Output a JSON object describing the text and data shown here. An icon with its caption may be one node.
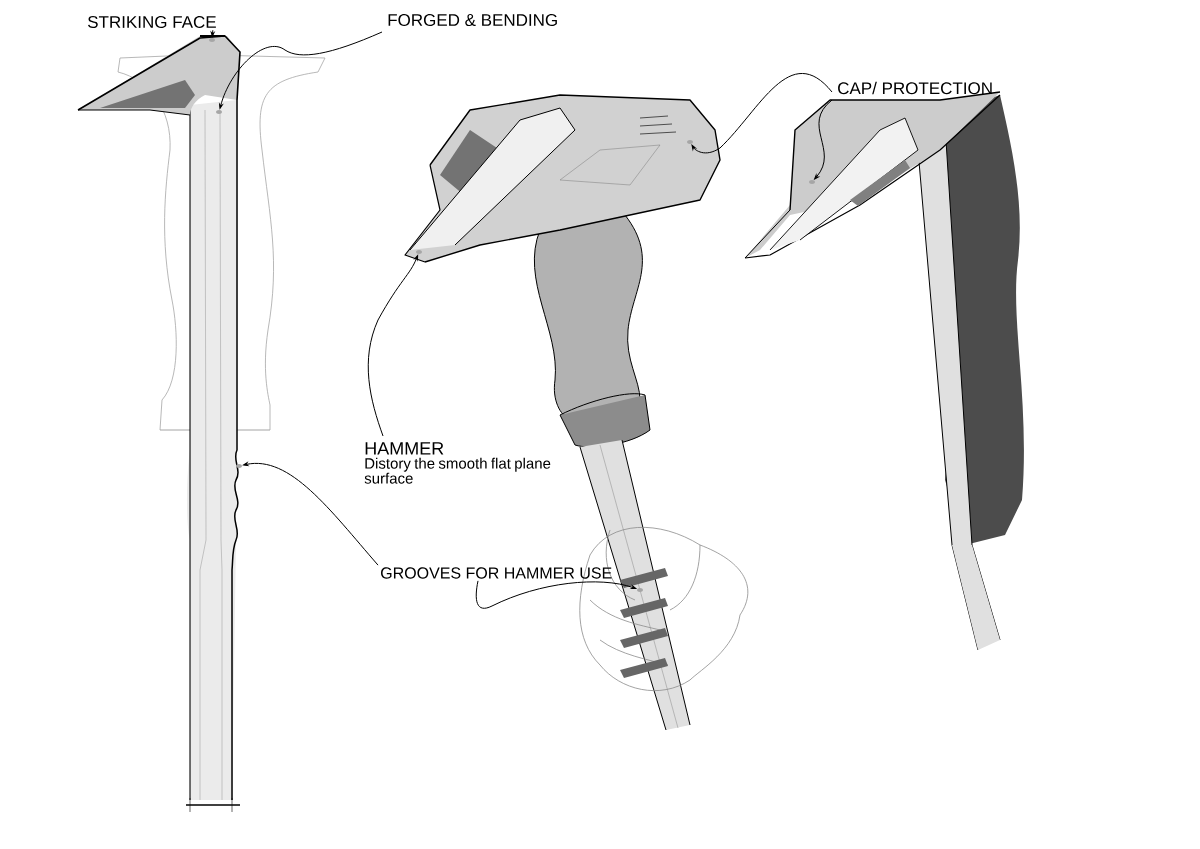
{
  "diagram": {
    "nodes": [
      {
        "text": [
          "STRIKING FACE"
        ]
      },
      {
        "text": [
          "FORGED & BENDING"
        ]
      },
      {
        "text": [
          "CAP/ PROTECTION"
        ]
      },
      {
        "text": [],
        "shape": "picture"
      },
      {
        "text": [],
        "shape": "picture"
      },
      {
        "text": [],
        "shape": "picture"
      },
      {
        "text": [],
        "shape": "picture"
      },
      {
        "text": [],
        "shape": "picture"
      },
      {
        "text": [
          "HAMMER",
          "Distory the smooth flat plane surface"
        ]
      },
      {
        "text": [],
        "shape": "picture"
      },
      {
        "text": [
          "GROOVES FOR HAMMER USE"
        ]
      },
      {
        "text": [],
        "shape": "picture"
      }
    ],
    "edges": [
      {
        "from": 0,
        "to": 3,
        "arrow": "to"
      },
      {
        "from": 1,
        "to": 4,
        "arrow": "to"
      },
      {
        "from": 2,
        "to": 5,
        "arrow": "to"
      },
      {
        "from": 2,
        "to": 6,
        "arrow": "to"
      },
      {
        "from": 8,
        "to": 7,
        "arrow": "to"
      },
      {
        "from": 10,
        "to": 9,
        "arrow": "to"
      },
      {
        "from": 10,
        "to": 11,
        "arrow": "to"
      }
    ]
  }
}
